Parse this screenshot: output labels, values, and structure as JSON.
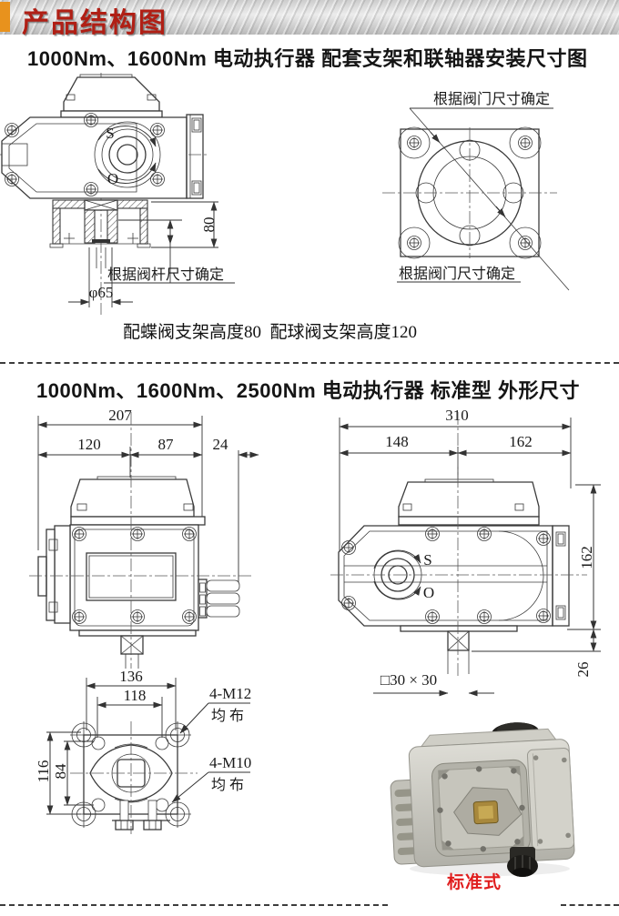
{
  "header": {
    "title": "产品结构图",
    "accent_color": "#e8921d",
    "title_color": "#b01f15"
  },
  "s1": {
    "title": "1000Nm、1600Nm 电动执行器 配套支架和联轴器安装尺寸图",
    "side": {
      "shut_label": "S",
      "open_label": "O",
      "bracket_height": "80",
      "stem_note": "根据阀杆尺寸确定",
      "coupling_dia": "φ65"
    },
    "flange": {
      "note_top": "根据阀门尺寸确定",
      "note_bottom": "根据阀门尺寸确定"
    },
    "caption": "配蝶阀支架高度80  配球阀支架高度120"
  },
  "s2": {
    "title": "1000Nm、1600Nm、2500Nm 电动执行器 标准型 外形尺寸",
    "front": {
      "total_width": "207",
      "width_left": "120",
      "width_right": "87",
      "gland_offset": "24"
    },
    "side": {
      "total_length": "310",
      "length_left": "148",
      "length_right": "162",
      "body_height": "162",
      "shut_label": "S",
      "open_label": "O",
      "shaft_label": "□30 × 30",
      "shaft_height": "26"
    },
    "bottom": {
      "bolt_span": "136",
      "hole_span": "118",
      "bolt_span_v": "116",
      "hole_span_v": "84",
      "m12_note": "4-M12",
      "m12_note2": "均 布",
      "m10_note": "4-M10",
      "m10_note2": "均 布"
    },
    "photo": {
      "caption": "标准式"
    }
  }
}
